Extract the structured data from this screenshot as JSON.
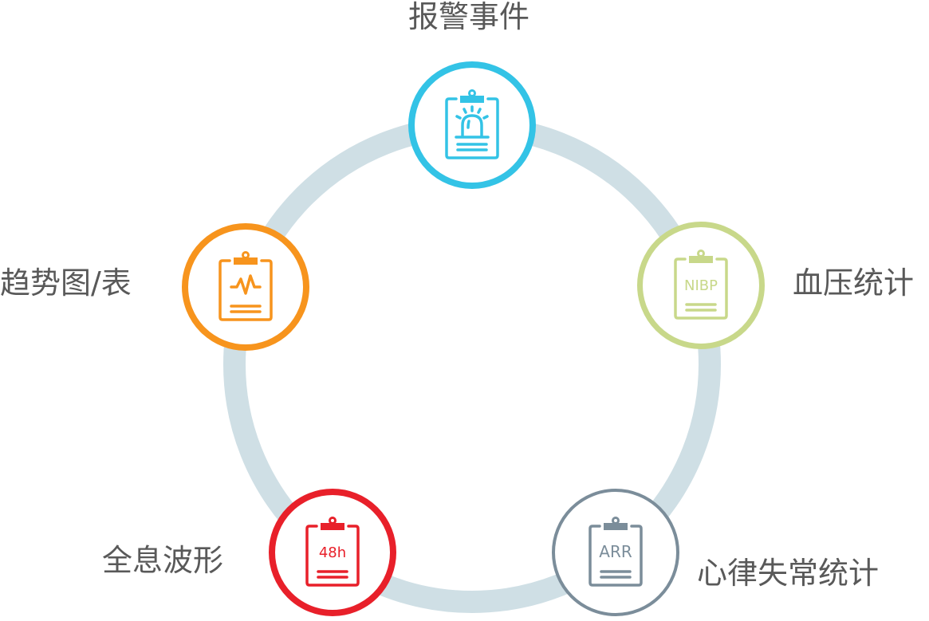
{
  "ring_color": "#cfdfe5",
  "nodes": [
    {
      "id": "alarm",
      "label": "报警事件",
      "icon": "alarm-clipboard-icon",
      "inner_text": "",
      "color": "#33c3e6"
    },
    {
      "id": "nibp",
      "label": "血压统计",
      "icon": "nibp-clipboard-icon",
      "inner_text": "NIBP",
      "color": "#c8d88a"
    },
    {
      "id": "arr",
      "label": "心律失常统计",
      "icon": "arr-clipboard-icon",
      "inner_text": "ARR",
      "color": "#7b8d9a"
    },
    {
      "id": "wave",
      "label": "全息波形",
      "icon": "48h-clipboard-icon",
      "inner_text": "48h",
      "color": "#e8202a"
    },
    {
      "id": "trend",
      "label": "趋势图/表",
      "icon": "trend-clipboard-icon",
      "inner_text": "",
      "color": "#f7941d"
    }
  ]
}
